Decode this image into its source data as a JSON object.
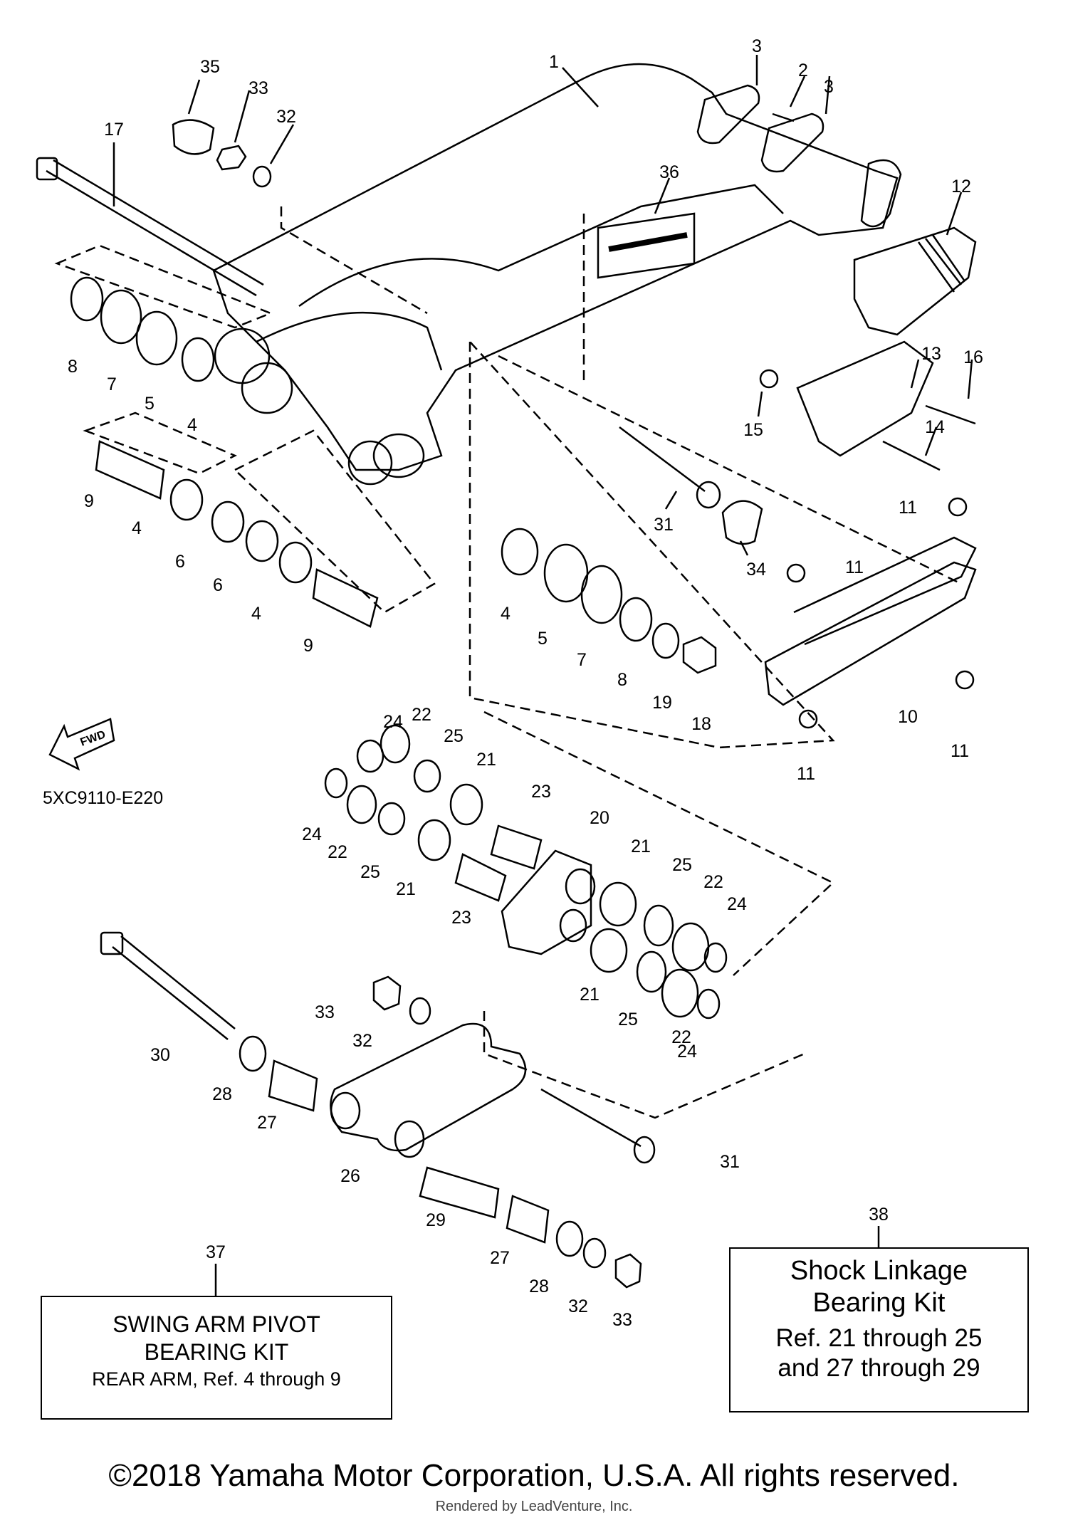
{
  "diagram_code": "5XC9110-E220",
  "fwd_label": "FWD",
  "kit_37": {
    "ref": "37",
    "line1": "SWING ARM PIVOT",
    "line2": "BEARING KIT",
    "line3": "REAR ARM, Ref. 4 through 9"
  },
  "kit_38": {
    "ref": "38",
    "line1": "Shock Linkage",
    "line2": "Bearing Kit",
    "line3": "Ref. 21 through 25",
    "line4": "and 27 through 29"
  },
  "callouts": [
    "1",
    "2",
    "3",
    "3",
    "4",
    "4",
    "4",
    "4",
    "5",
    "5",
    "6",
    "6",
    "7",
    "7",
    "8",
    "8",
    "9",
    "9",
    "10",
    "11",
    "11",
    "11",
    "11",
    "12",
    "13",
    "14",
    "15",
    "16",
    "17",
    "18",
    "19",
    "20",
    "21",
    "21",
    "21",
    "21",
    "22",
    "22",
    "22",
    "22",
    "23",
    "23",
    "24",
    "24",
    "24",
    "24",
    "25",
    "25",
    "25",
    "25",
    "26",
    "27",
    "27",
    "28",
    "28",
    "29",
    "30",
    "31",
    "31",
    "32",
    "32",
    "32",
    "33",
    "33",
    "33",
    "34",
    "35",
    "36"
  ],
  "copyright": "©2018 Yamaha Motor Corporation, U.S.A. All rights reserved.",
  "rendered_by": "Rendered by LeadVenture, Inc."
}
